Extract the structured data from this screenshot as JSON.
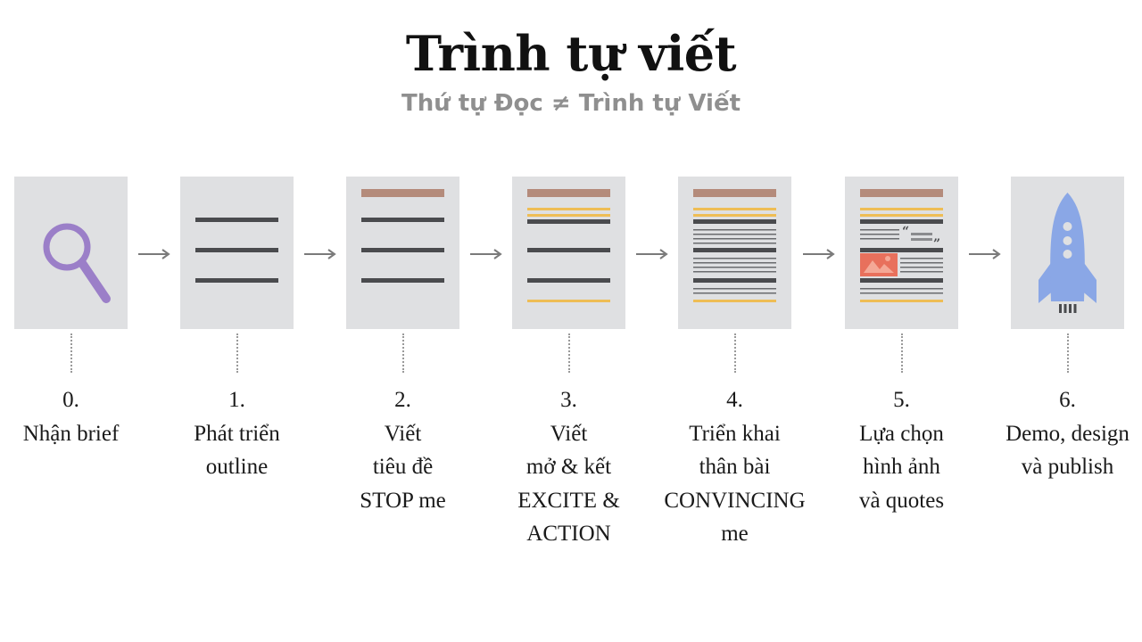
{
  "title": "Trình tự viết",
  "subtitle": "Thứ tự Đọc ≠ Trình tự Viết",
  "steps": [
    {
      "number": "0.",
      "lines": [
        "Nhận brief"
      ],
      "icon": "magnifier-icon"
    },
    {
      "number": "1.",
      "lines": [
        "Phát triển",
        "outline"
      ],
      "icon": "outline-document-icon"
    },
    {
      "number": "2.",
      "lines": [
        "Viết",
        "tiêu đề",
        "STOP me"
      ],
      "icon": "headline-document-icon"
    },
    {
      "number": "3.",
      "lines": [
        "Viết",
        "mở & kết",
        "EXCITE &",
        "ACTION"
      ],
      "icon": "intro-outro-document-icon"
    },
    {
      "number": "4.",
      "lines": [
        "Triển khai",
        "thân bài",
        "CONVINCING",
        "me"
      ],
      "icon": "body-document-icon"
    },
    {
      "number": "5.",
      "lines": [
        "Lựa chọn",
        "hình ảnh",
        "và quotes"
      ],
      "icon": "image-quote-document-icon"
    },
    {
      "number": "6.",
      "lines": [
        "Demo, design",
        "và publish"
      ],
      "icon": "rocket-icon"
    }
  ],
  "colors": {
    "card": "#dfe0e2",
    "line_dark": "#4a4b4e",
    "headline": "#b48b7b",
    "accent_yellow": "#eebd55",
    "magnifier": "#9b7fc8",
    "image_red": "#e8705c",
    "rocket": "#8aa7e6",
    "arrow": "#7a7a7a"
  }
}
